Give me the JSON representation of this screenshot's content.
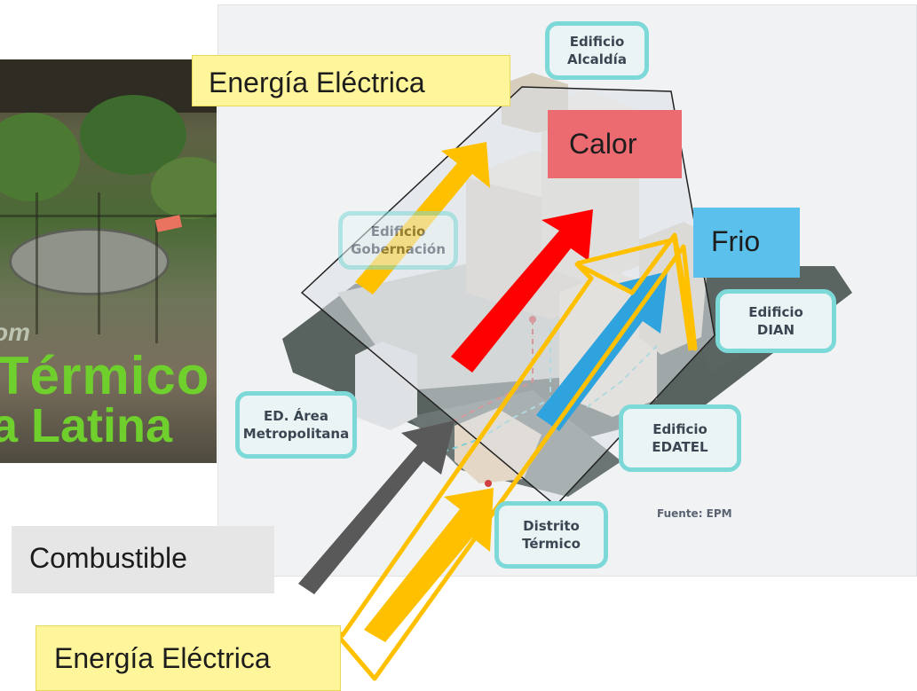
{
  "buildings": [
    {
      "id": "alcaldia",
      "line1": "Edificio",
      "line2": "Alcaldía"
    },
    {
      "id": "gobernacion",
      "line1": "Edificio",
      "line2": "Gobernación"
    },
    {
      "id": "dian",
      "line1": "Edificio",
      "line2": "DIAN"
    },
    {
      "id": "edatel",
      "line1": "Edificio",
      "line2": "EDATEL"
    },
    {
      "id": "area",
      "line1": "ED. Área",
      "line2": "Metropolitana"
    },
    {
      "id": "distrito",
      "line1": "Distrito",
      "line2": "Térmico"
    }
  ],
  "source_note": "Fuente: EPM",
  "photo_text": {
    "line1": "om",
    "line2": "Térmico",
    "line3": "a Latina"
  },
  "labels": {
    "energia_top": "Energía Eléctrica",
    "calor": "Calor",
    "frio": "Frio",
    "combustible": "Combustible",
    "energia_bottom": "Energía Eléctrica"
  },
  "colors": {
    "energia": "#ffc000",
    "calor": "#ff0000",
    "frio": "#2ea3dd",
    "combustible": "#595959",
    "teal_border": "#7dd8d8",
    "outline_yellow": "#ffc000"
  }
}
